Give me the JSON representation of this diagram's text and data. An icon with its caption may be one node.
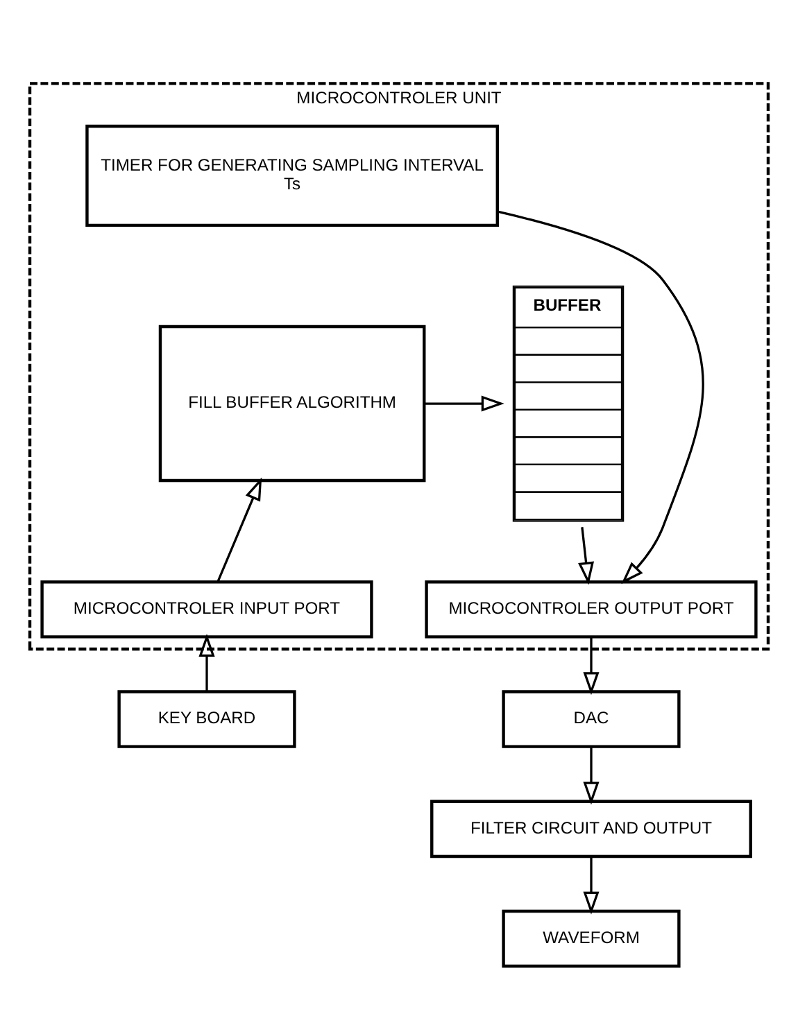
{
  "diagram": {
    "nodes": [
      {
        "text": [
          "MICROCONTROLER UNIT"
        ]
      },
      {
        "text": [
          "TIMER FOR GENERATING SAMPLING INTERVAL",
          "Ts"
        ],
        "in": 0
      },
      {
        "text": [
          "BUFFER"
        ],
        "in": 0
      },
      {
        "text": [
          "FILL BUFFER ALGORITHM"
        ],
        "in": 0
      },
      {
        "text": [
          "MICROCONTROLER INPUT PORT"
        ],
        "in": 0
      },
      {
        "text": [
          "MICROCONTROLER OUTPUT PORT"
        ],
        "in": 0
      },
      {
        "text": [
          "KEY BOARD"
        ]
      },
      {
        "text": [
          "DAC"
        ]
      },
      {
        "text": [
          "FILTER CIRCUIT AND OUTPUT"
        ]
      },
      {
        "text": [
          "WAVEFORM"
        ]
      }
    ],
    "edges": [
      {
        "from": 1,
        "to": 5,
        "arrow": "to"
      },
      {
        "from": 3,
        "to": 2,
        "arrow": "to"
      },
      {
        "from": 4,
        "to": 3,
        "arrow": "to"
      },
      {
        "from": 2,
        "to": 5,
        "arrow": "to"
      },
      {
        "from": 6,
        "to": 4,
        "arrow": "to"
      },
      {
        "from": 5,
        "to": 7,
        "arrow": "to"
      },
      {
        "from": 7,
        "to": 8,
        "arrow": "to"
      },
      {
        "from": 8,
        "to": 9,
        "arrow": "to"
      }
    ]
  }
}
